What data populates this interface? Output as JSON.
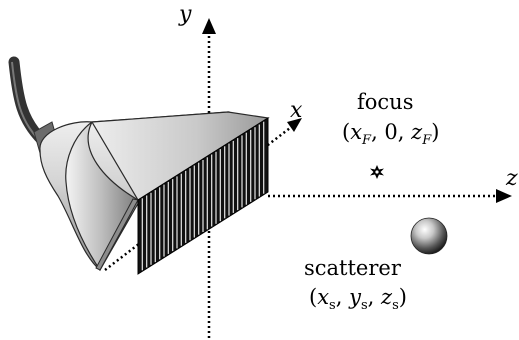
{
  "axes": {
    "x_label": "x",
    "y_label": "y",
    "z_label": "z"
  },
  "focus": {
    "label": "focus",
    "coord_open": "(",
    "coord_x": "x",
    "coord_x_sub": "F",
    "coord_sep1": ", 0, ",
    "coord_z": "z",
    "coord_z_sub": "F",
    "coord_close": ")",
    "marker_icon": "star-burst-icon"
  },
  "scatterer": {
    "label": "scatterer",
    "coord_open": "(",
    "coord_x": "x",
    "coord_x_sub": "s",
    "coord_sep1": ", ",
    "coord_y": "y",
    "coord_y_sub": "s",
    "coord_sep2": ", ",
    "coord_z": "z",
    "coord_z_sub": "s",
    "coord_close": ")"
  },
  "colors": {
    "axis": "#000000",
    "probe_body": "#c8c8c8",
    "probe_dark": "#6a6a6a",
    "elements": "#111111"
  }
}
